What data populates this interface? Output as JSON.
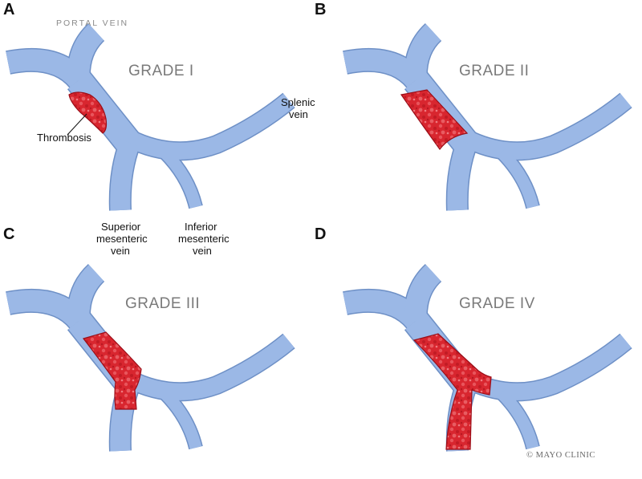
{
  "panels": [
    {
      "letter": "A",
      "grade": "GRADE I"
    },
    {
      "letter": "B",
      "grade": "GRADE II"
    },
    {
      "letter": "C",
      "grade": "GRADE III"
    },
    {
      "letter": "D",
      "grade": "GRADE IV"
    }
  ],
  "labels": {
    "portal_vein": "PORTAL VEIN",
    "thrombosis": "Thrombosis",
    "splenic_line1": "Splenic",
    "splenic_line2": "vein",
    "smv_line1": "Superior",
    "smv_line2": "mesenteric",
    "smv_line3": "vein",
    "imv_line1": "Inferior",
    "imv_line2": "mesenteric",
    "imv_line3": "vein"
  },
  "copyright": "© MAYO CLINIC",
  "colors": {
    "vein": "#9bb8e6",
    "vein_outline": "#6e90c6",
    "thrombus": "#d8262f"
  }
}
